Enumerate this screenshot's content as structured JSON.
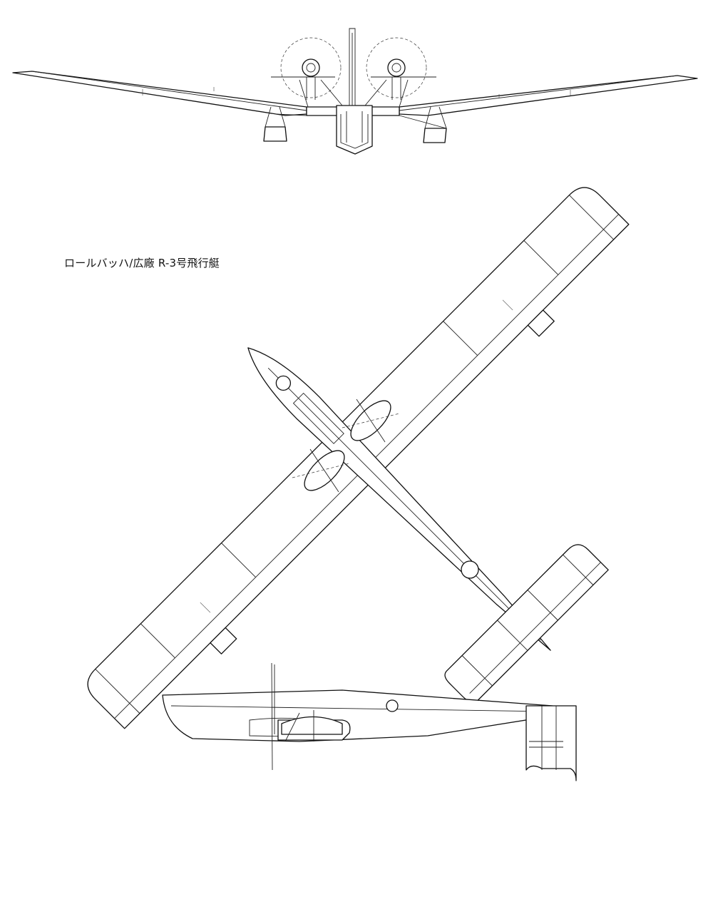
{
  "drawing": {
    "caption": "ロールバッハ/広廠 R-3号飛行艇",
    "views": [
      "front",
      "top",
      "side"
    ]
  }
}
